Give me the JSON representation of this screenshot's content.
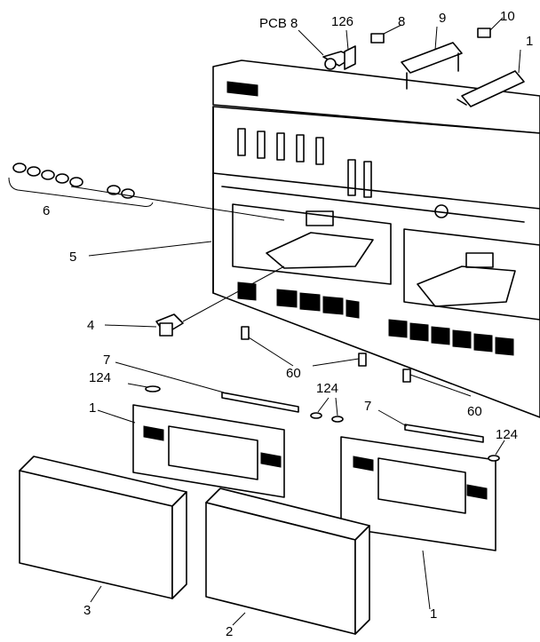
{
  "labels": {
    "pcb8": "PCB 8",
    "p126": "126",
    "p8": "8",
    "p9": "9",
    "p10": "10",
    "p1_top": "1",
    "p6": "6",
    "p5": "5",
    "p4": "4",
    "p60_left": "60",
    "p60_right": "60",
    "p7_left": "7",
    "p124_left": "124",
    "p124_mid": "124",
    "p7_right": "7",
    "p124_right": "124",
    "p1_left": "1",
    "p3": "3",
    "p2": "2",
    "p1_bottom": "1"
  }
}
